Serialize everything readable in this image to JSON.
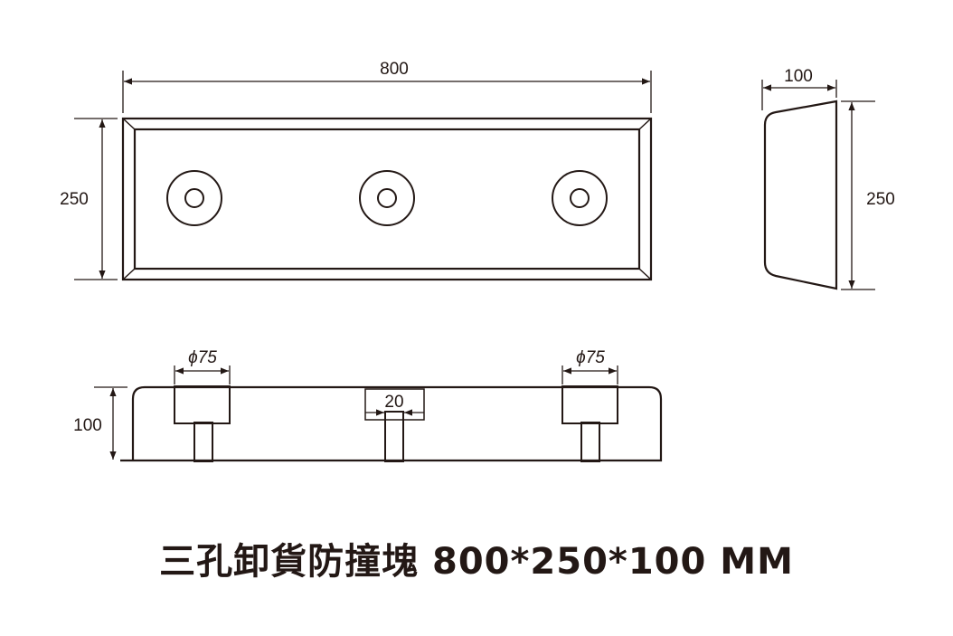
{
  "diagram": {
    "front_view": {
      "width_label": "800",
      "height_label": "250"
    },
    "side_view": {
      "depth_label": "100",
      "height_label": "250"
    },
    "section_view": {
      "height_label": "100",
      "left_hole_label": "ϕ75",
      "right_hole_label": "ϕ75",
      "center_hole_label": "20"
    },
    "caption": "三孔卸貨防撞塊  800*250*100 MM",
    "colors": {
      "line": "#231815",
      "background": "#ffffff"
    }
  }
}
